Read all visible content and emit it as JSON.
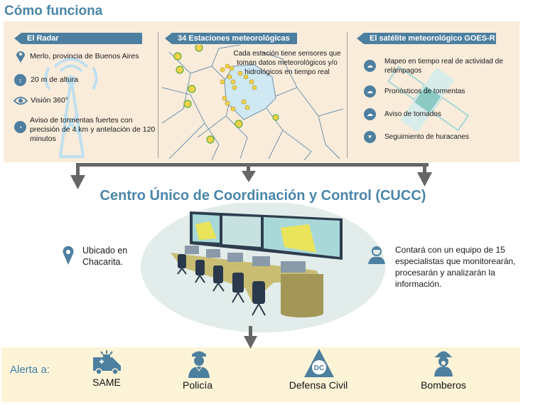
{
  "title": "Cómo funciona",
  "radar": {
    "header": "El Radar",
    "items": [
      {
        "icon": "location-pin-icon",
        "text": "Merlo, provincia de Buenos Aires"
      },
      {
        "icon": "height-arrows-icon",
        "text": "20 m de altura"
      },
      {
        "icon": "eye-icon",
        "text": "Visión 360°"
      },
      {
        "icon": "clock-icon",
        "text": "Aviso de tormentas fuertes con precisión de 4 km y antelación de 120 minutos"
      }
    ]
  },
  "stations": {
    "header": "34 Estaciones meteorológicas",
    "description": "Cada estación tiene sensores que toman datos meteorológicos y/o hidrológicos en tiempo real"
  },
  "satellite": {
    "header": "El satélite meteorológico GOES-R",
    "items": [
      {
        "icon": "lightning-cloud-icon",
        "text": "Mapeo en tiempo real de actividad de relámpagos"
      },
      {
        "icon": "storm-cloud-icon",
        "text": "Pronósticos de tormentas"
      },
      {
        "icon": "tornado-cloud-icon",
        "text": "Aviso de tornados"
      },
      {
        "icon": "hurricane-icon",
        "text": "Seguimiento de huracanes"
      }
    ]
  },
  "cucc": {
    "title": "Centro Único de Coordinación y Control (CUCC)",
    "location": "Ubicado en Chacarita.",
    "team": "Contará con un equipo de 15 especialistas que monitorearán, procesarán y analizarán la información."
  },
  "alert": {
    "label": "Alerta a:",
    "targets": [
      {
        "icon": "ambulance-icon",
        "label": "SAME"
      },
      {
        "icon": "police-officer-icon",
        "label": "Policía"
      },
      {
        "icon": "civil-defense-icon",
        "label": "Defensa Civil",
        "logo_text": "DC"
      },
      {
        "icon": "firefighter-icon",
        "label": "Bomberos"
      }
    ]
  },
  "colors": {
    "accent": "#4d7f9f",
    "title": "#4a86aa",
    "panel": "#f9ecdb",
    "alert_band": "#fdf4d8",
    "arrow": "#666666",
    "station": "#5aae3c"
  }
}
